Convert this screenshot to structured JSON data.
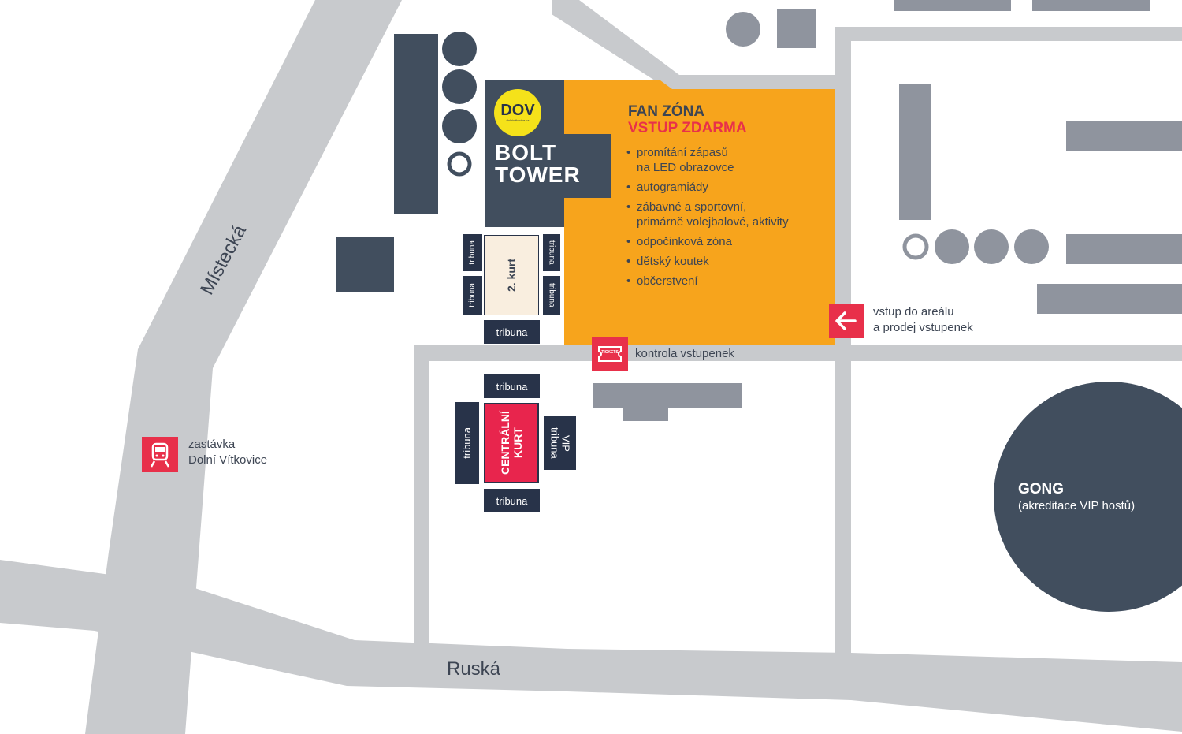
{
  "streets": {
    "mistecka": "Místecká",
    "ruska": "Ruská"
  },
  "colors": {
    "road": "#c8cacd",
    "building": "#8f949e",
    "dark": "#414e5e",
    "fan_zone": "#f7a41c",
    "accent_red": "#e8304a",
    "court_main": "#e8254d",
    "court_2": "#f9eedf",
    "stand": "#283349"
  },
  "fan_zone": {
    "title": "FAN ZÓNA",
    "subtitle": "VSTUP ZDARMA",
    "items": [
      [
        "promítání zápasů",
        "na LED obrazovce"
      ],
      [
        "autogramiády"
      ],
      [
        "zábavné a sportovní,",
        "primárně volejbalové, aktivity"
      ],
      [
        "odpočinková zóna"
      ],
      [
        "dětský koutek"
      ],
      [
        "občerstvení"
      ]
    ]
  },
  "bolt_tower": {
    "logo": "DOV",
    "logo_url_text": "dolnivitkovice.cz",
    "line1": "BOLT",
    "line2": "TOWER"
  },
  "courts": {
    "second": "2. kurt",
    "central": "CENTRÁLNÍ KURT"
  },
  "stands": {
    "label": "tribuna",
    "vip_line1": "VIP",
    "vip_line2": "tribuna"
  },
  "entrance": {
    "line1": "vstup do areálu",
    "line2": "a prodej vstupenek",
    "icon": "arrow-left-icon"
  },
  "tickets": {
    "label": "kontrola vstupenek",
    "icon": "ticket-icon",
    "icon_text": "TICKETS"
  },
  "tram_stop": {
    "line1": "zastávka",
    "line2": "Dolní Vítkovice",
    "icon": "tram-icon"
  },
  "gong": {
    "title": "GONG",
    "subtitle": "(akreditace VIP hostů)"
  }
}
